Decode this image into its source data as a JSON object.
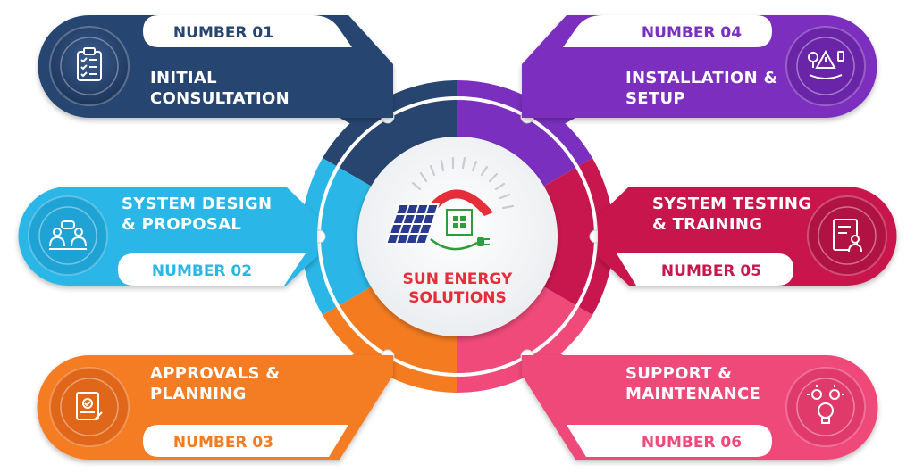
{
  "brand": {
    "line1": "SUN ENERGY",
    "line2": "SOLUTIONS"
  },
  "colors": {
    "step1": "#27456f",
    "step2": "#2ab6e6",
    "step3": "#f47b20",
    "step4": "#7b2fbf",
    "step5": "#c8174e",
    "step6": "#ef4a7a",
    "brand_red": "#e52e3a",
    "brand_green": "#2e9e3a",
    "panel_blue": "#2a3b8f"
  },
  "steps": [
    {
      "number": "NUMBER 01",
      "title1": "INITIAL",
      "title2": "CONSULTATION",
      "icon": "clipboard-checklist-icon"
    },
    {
      "number": "NUMBER 02",
      "title1": "SYSTEM DESIGN",
      "title2": "& PROPOSAL",
      "icon": "team-meeting-icon"
    },
    {
      "number": "NUMBER 03",
      "title1": "APPROVALS &",
      "title2": "PLANNING",
      "icon": "document-approval-icon"
    },
    {
      "number": "NUMBER 04",
      "title1": "INSTALLATION &",
      "title2": "SETUP",
      "icon": "electrical-setup-icon"
    },
    {
      "number": "NUMBER 05",
      "title1": "SYSTEM TESTING",
      "title2": "& TRAINING",
      "icon": "checklist-person-icon"
    },
    {
      "number": "NUMBER 06",
      "title1": "SUPPORT &",
      "title2": "MAINTENANCE",
      "icon": "gears-bulb-icon"
    }
  ]
}
